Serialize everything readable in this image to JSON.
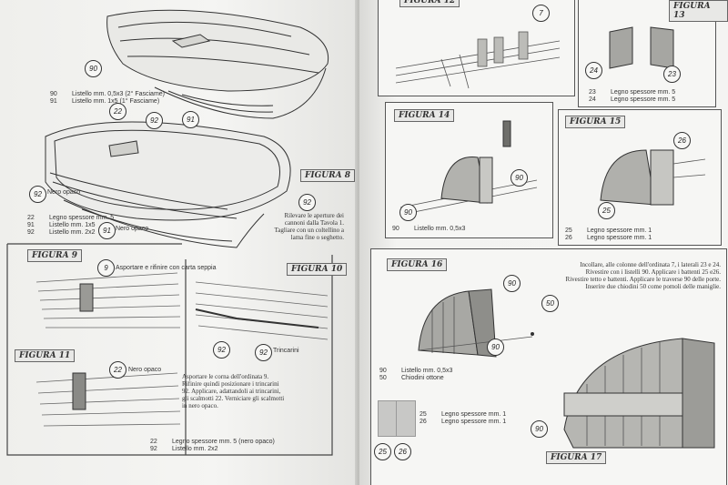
{
  "left_page": {
    "legend_top": [
      {
        "num": "90",
        "text": "Listello mm. 0,5x3 (2° Fasciame)"
      },
      {
        "num": "91",
        "text": "Listello mm. 1x5 (1° Fasciame)"
      }
    ],
    "figura8": {
      "label": "FIGURA 8",
      "note": "Rilevare le aperture dei cannoni dalla Tavola 1. Tagliare con un coltellino a lama fine o seghetto.",
      "side_labels": {
        "nero_opaco_left": "Nero opaco",
        "nero_opaco_bottom": "Nero opaco"
      },
      "legend": [
        {
          "num": "22",
          "text": "Legno spessore mm. 5"
        },
        {
          "num": "91",
          "text": "Listello mm. 1x5"
        },
        {
          "num": "92",
          "text": "Listello mm. 2x2"
        }
      ]
    },
    "figura9": {
      "label": "FIGURA 9",
      "note": "Asportare e rifinire con carta seppia"
    },
    "figura10": {
      "label": "FIGURA 10",
      "trincarini": "Trincarini"
    },
    "figura11": {
      "label": "FIGURA 11",
      "nero_opaco": "Nero opaco"
    },
    "instructions": "Asportare le corna dell'ordinata 9. Rifinire quindi posizionare i trincarini 92. Applicare, adattandoli ai trincarini, gli scalmotti 22. Verniciare gli scalmotti in nero opaco.",
    "legend_bottom": [
      {
        "num": "22",
        "text": "Legno spessore mm. 5 (nero opaco)"
      },
      {
        "num": "92",
        "text": "Listello mm. 2x2"
      }
    ],
    "callouts": {
      "c90": "90",
      "c91": "91",
      "c22a": "22",
      "c92a": "92",
      "c92b": "92",
      "c91b": "91",
      "c92c": "92",
      "c9": "9",
      "c92d": "92",
      "c92e": "92",
      "c22b": "22"
    }
  },
  "right_page": {
    "figura12": {
      "label": "FIGURA 12",
      "callout": "7"
    },
    "figura13": {
      "label": "FIGURA 13",
      "callouts": [
        "24",
        "23"
      ],
      "legend": [
        {
          "num": "23",
          "text": "Legno spessore mm. 5"
        },
        {
          "num": "24",
          "text": "Legno spessore mm. 5"
        }
      ]
    },
    "figura14": {
      "label": "FIGURA 14",
      "callouts": [
        "90",
        "90"
      ],
      "legend": [
        {
          "num": "90",
          "text": "Listello mm. 0,5x3"
        }
      ]
    },
    "figura15": {
      "label": "FIGURA 15",
      "callouts": [
        "26",
        "25"
      ],
      "legend": [
        {
          "num": "25",
          "text": "Legno spessore mm. 1"
        },
        {
          "num": "26",
          "text": "Legno spessore mm. 1"
        }
      ]
    },
    "figura16": {
      "label": "FIGURA 16",
      "instructions": "Incollare, alle colonne dell'ordinata 7, i laterali 23 e 24. Rivestire con i listelli 90. Applicare i battenti 25 e26. Rivestire tetto e battenti. Applicare le traverse 90 delle porte. Inserire due chiodini 50 come pomoli delle maniglie.",
      "callouts": [
        "90",
        "50",
        "90"
      ],
      "legend": [
        {
          "num": "90",
          "text": "Listello mm. 0,5x3"
        },
        {
          "num": "50",
          "text": "Chiodini ottone"
        }
      ]
    },
    "sheet_legend": [
      {
        "num": "25",
        "text": "Legno spessore mm. 1"
      },
      {
        "num": "26",
        "text": "Legno spessore mm. 1"
      }
    ],
    "sheet_callouts": [
      "25",
      "26"
    ],
    "figura17": {
      "label": "FIGURA 17",
      "callout": "90"
    }
  }
}
